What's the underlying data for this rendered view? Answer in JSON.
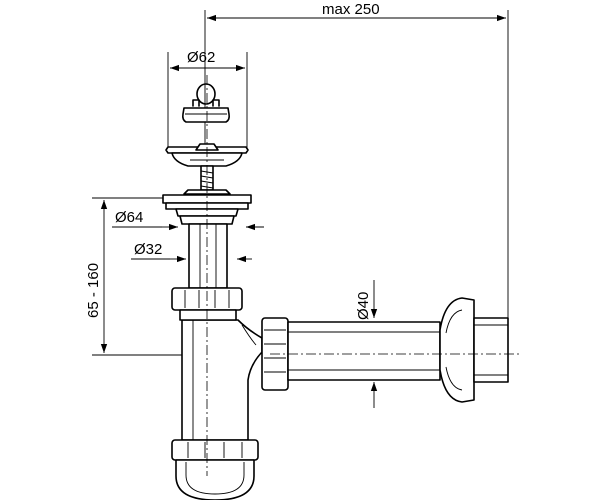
{
  "dimensions": {
    "max_length": "max 250",
    "stopper_diameter": "Ø62",
    "flange_diameter": "Ø64",
    "tailpiece_diameter": "Ø32",
    "height_range": "65 - 160",
    "outlet_diameter": "Ø40"
  }
}
